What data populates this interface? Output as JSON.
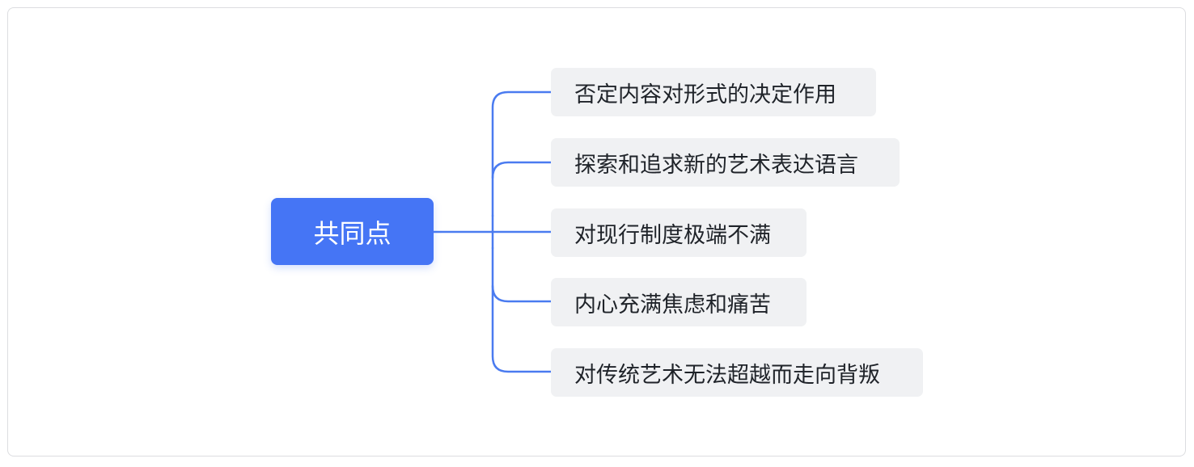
{
  "mindmap": {
    "root": {
      "label": "共同点"
    },
    "children": [
      {
        "label": "否定内容对形式的决定作用"
      },
      {
        "label": "探索和追求新的艺术表达语言"
      },
      {
        "label": "对现行制度极端不满"
      },
      {
        "label": "内心充满焦虑和痛苦"
      },
      {
        "label": "对传统艺术无法超越而走向背叛"
      }
    ]
  },
  "colors": {
    "root_fill": "#4575f5",
    "child_fill": "#f0f1f3",
    "connector": "#4575f5",
    "frame_border": "#dcdde0"
  }
}
